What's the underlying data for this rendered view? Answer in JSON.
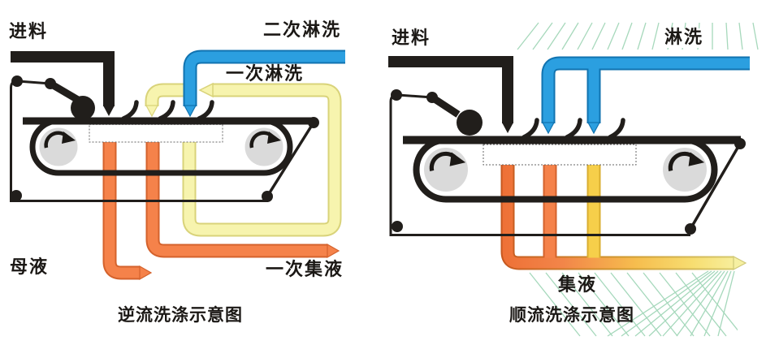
{
  "left_diagram": {
    "caption": "逆流洗涤示意图",
    "labels": {
      "feed": "进料",
      "secondary_rinse": "二次淋洗",
      "primary_rinse": "一次淋洗",
      "mother_liquor": "母液",
      "primary_collection": "一次集液"
    }
  },
  "right_diagram": {
    "caption": "顺流洗涤示意图",
    "labels": {
      "feed": "进料",
      "rinse": "淋洗",
      "collection": "集液"
    }
  },
  "colors": {
    "machine_black": "#211e1b",
    "pipe_blue": "#2b9fe0",
    "pipe_blue_border": "#1173b0",
    "pipe_orange": "#f5824a",
    "pipe_orange_border": "#d4622c",
    "pipe_pale_yellow": "#f7f4ae",
    "pipe_pale_yellow_border": "#d9d37a",
    "pipe_gold": "#f6cf4a",
    "pipe_gold_border": "#d9ae30",
    "roller_gray": "#dadada",
    "hatch_green": "#9cd4b4",
    "background": "#ffffff"
  }
}
